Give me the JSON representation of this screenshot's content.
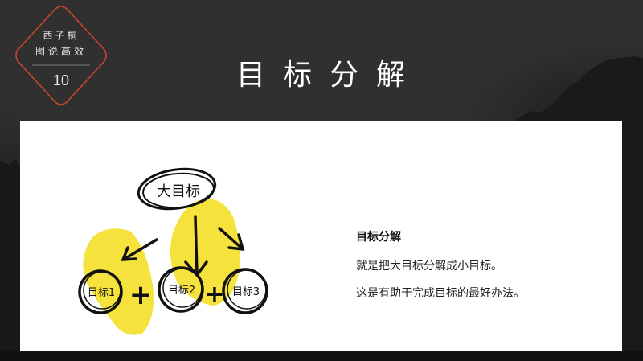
{
  "badge": {
    "line1": "西子桐",
    "line2": "图说高效",
    "number": "10",
    "border_color": "#c8452c"
  },
  "title": "目标分解",
  "diagram": {
    "main_goal": "大目标",
    "sub_goals": [
      "目标1",
      "目标2",
      "目标3"
    ],
    "operator": "+",
    "highlight_color": "#f5e23c"
  },
  "text": {
    "heading": "目标分解",
    "lines": [
      "就是把大目标分解成小目标。",
      "这是有助于完成目标的最好办法。"
    ]
  }
}
